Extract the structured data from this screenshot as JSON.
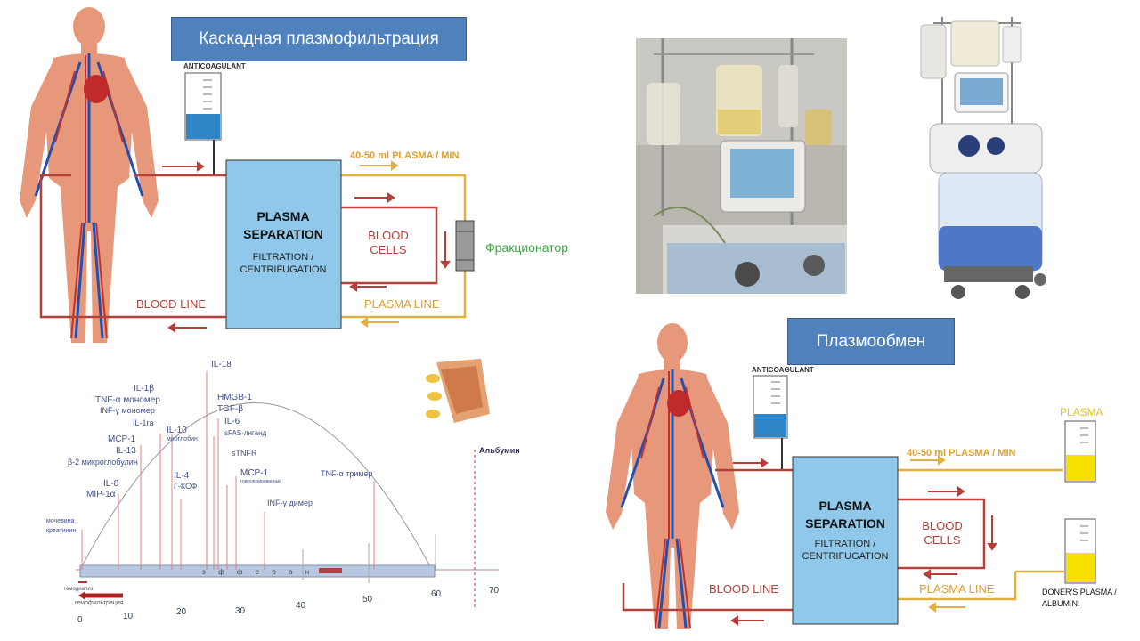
{
  "titles": {
    "cascade": "Каскадная плазмофильтрация",
    "exchange": "Плазмообмен"
  },
  "diagram_top": {
    "anticoagulant": "ANTICOAGULANT",
    "plasma_rate": "40-50 ml PLASMA / MIN",
    "separation_line1": "PLASMA",
    "separation_line2": "SEPARATION",
    "filtration_line1": "FILTRATION /",
    "filtration_line2": "CENTRIFUGATION",
    "blood_cells_line1": "BLOOD",
    "blood_cells_line2": "CELLS",
    "blood_line": "BLOOD LINE",
    "plasma_line": "PLASMA LINE",
    "fractionator": "Фракционатор"
  },
  "diagram_bottom": {
    "anticoagulant": "ANTICOAGULANT",
    "plasma_rate": "40-50 ml PLASMA / MIN",
    "separation_line1": "PLASMA",
    "separation_line2": "SEPARATION",
    "filtration_line1": "FILTRATION /",
    "filtration_line2": "CENTRIFUGATION",
    "blood_cells_line1": "BLOOD",
    "blood_cells_line2": "CELLS",
    "blood_line": "BLOOD LINE",
    "plasma_line": "PLASMA LINE",
    "plasma_bag": "PLASMA",
    "doner_line1": "DONER'S PLASMA /",
    "doner_line2": "ALBUMIN!"
  },
  "spectrum": {
    "axis_ticks": [
      "0",
      "10",
      "20",
      "30",
      "40",
      "50",
      "60",
      "70"
    ],
    "membrane_text": "э ф ф е р о н",
    "albumin": "Альбумин",
    "hemodialysis": "гемодиализ",
    "hemofiltration": "гемофильтрация",
    "labels": {
      "il18": "IL-18",
      "il1b": "IL-1β",
      "tnf_mono": "TNF-α мономер",
      "inf_mono": "INF-γ мономер",
      "il1ra": "IL-1ra",
      "mcp1": "MCP-1",
      "il13": "IL-13",
      "b2": "β-2 микроглобулин",
      "il8": "IL-8",
      "mip": "MIP-1α",
      "urea1": "мочевина",
      "urea2": "креатинин",
      "il10": "IL-10",
      "myoglobin": "миоглобин",
      "il4": "IL-4",
      "gcsf": "Г-КСФ",
      "hmgb": "HMGB-1",
      "tgf": "TGF-β",
      "il6": "IL-6",
      "sfas": "sFAS-лиганд",
      "stnfr": "sTNFR",
      "mcp1b": "MCP-1",
      "glyco": "гликолизированный",
      "infd": "INF-γ димер",
      "tnft": "TNF-α тример"
    }
  },
  "colors": {
    "title_bg": "#4f81bd",
    "separator_fill": "#8fc8ea",
    "blood_red": "#b5403a",
    "plasma_gold": "#e0b040",
    "fraction_green": "#3aa640"
  }
}
